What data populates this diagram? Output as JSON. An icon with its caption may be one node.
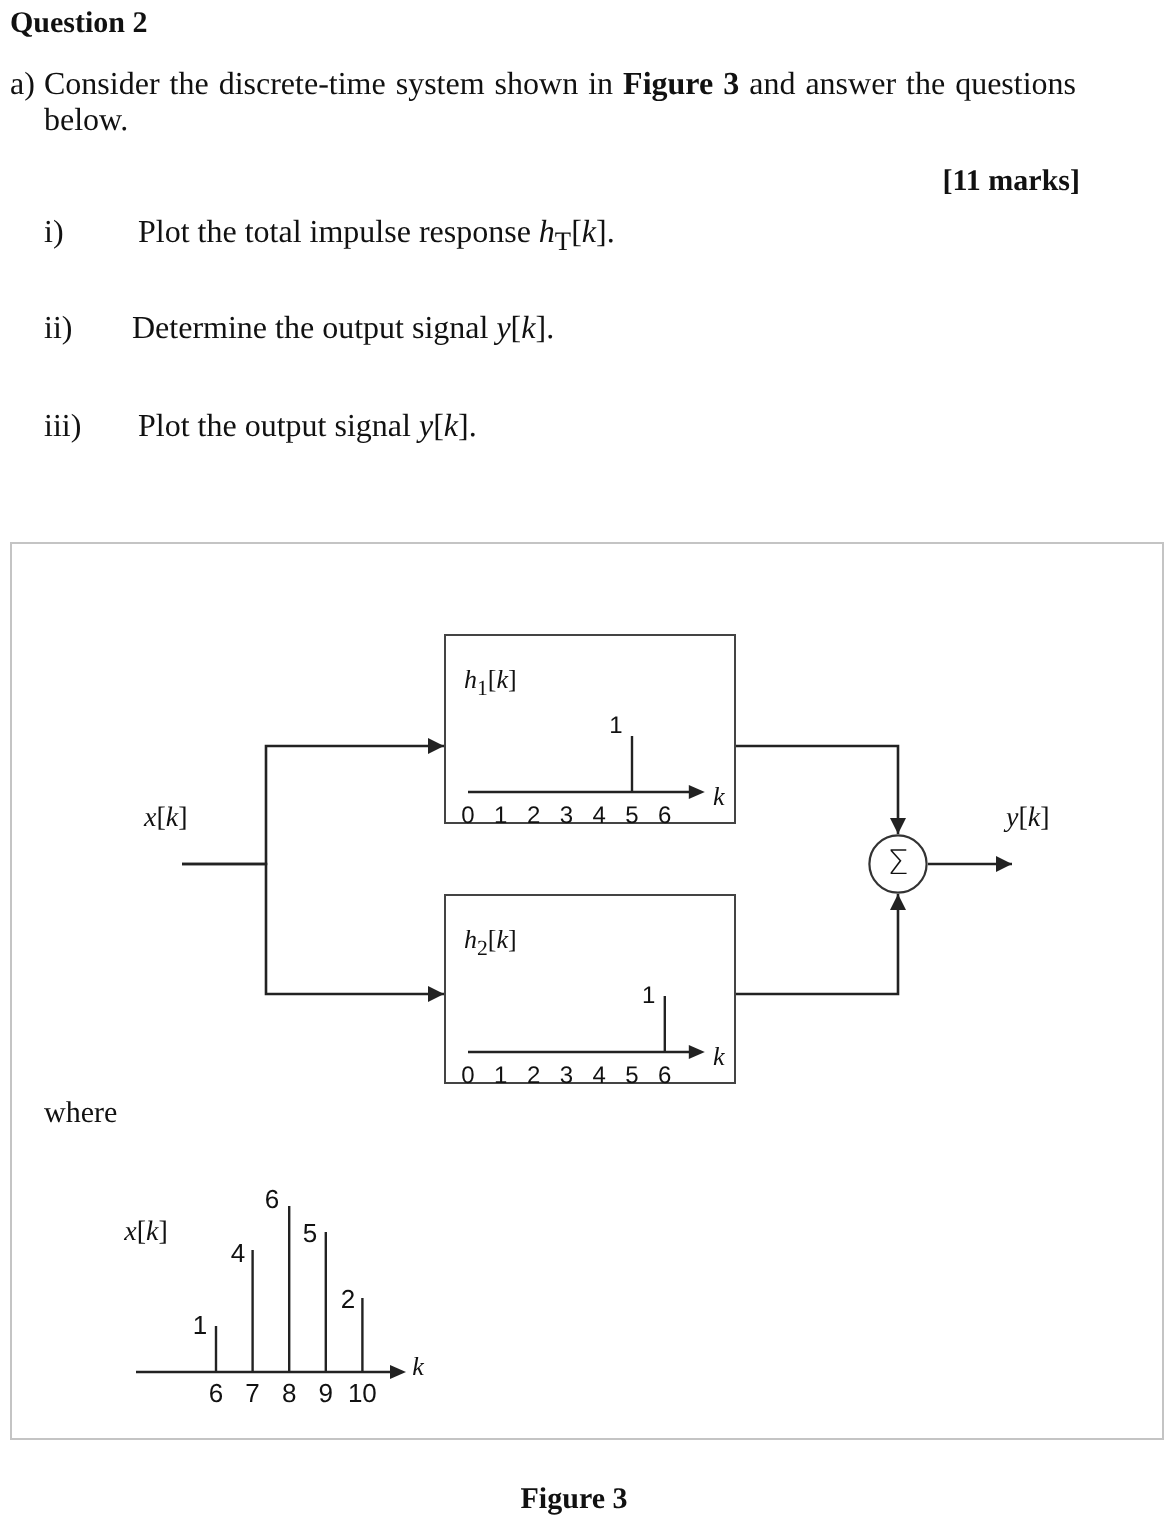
{
  "diagram": {
    "title": "Question 2",
    "caption": "Figure 3",
    "nodes": [
      {
        "text": [
          "*x*[*k*]"
        ]
      },
      {
        "text": [
          "*h*$_{1}$[*k*]",
          "1",
          "0",
          "1",
          "2",
          "3",
          "4",
          "5",
          "6",
          "k"
        ]
      },
      {
        "text": [
          "*h*$_{2}$[*k*]",
          "1",
          "0",
          "1",
          "2",
          "3",
          "4",
          "5",
          "6",
          "k"
        ]
      },
      {
        "text": [
          "Σ"
        ]
      },
      {
        "text": [
          "*y*[*k*]"
        ]
      }
    ],
    "edges": [
      {
        "from": 0,
        "to": 1,
        "arrow": "to"
      },
      {
        "from": 0,
        "to": 2,
        "arrow": "to"
      },
      {
        "from": 1,
        "to": 3,
        "arrow": "to"
      },
      {
        "from": 2,
        "to": 3,
        "arrow": "to"
      },
      {
        "from": 3,
        "to": 4,
        "arrow": "to"
      }
    ],
    "labels": [
      "a)",
      "Consider the discrete-time system shown in **Figure 3** and answer the questions below.",
      "[11 marks]",
      "i)",
      "Plot the total impulse response *h*$_{T}$[*k*].",
      "ii)",
      "Determine the output signal *y*[*k*].",
      "iii)",
      "Plot the output signal *y*[*k*].",
      "where",
      "*x*[*k*]",
      "1",
      "4",
      "6",
      "5",
      "2",
      "6",
      "7",
      "8",
      "9",
      "10",
      "k"
    ]
  }
}
